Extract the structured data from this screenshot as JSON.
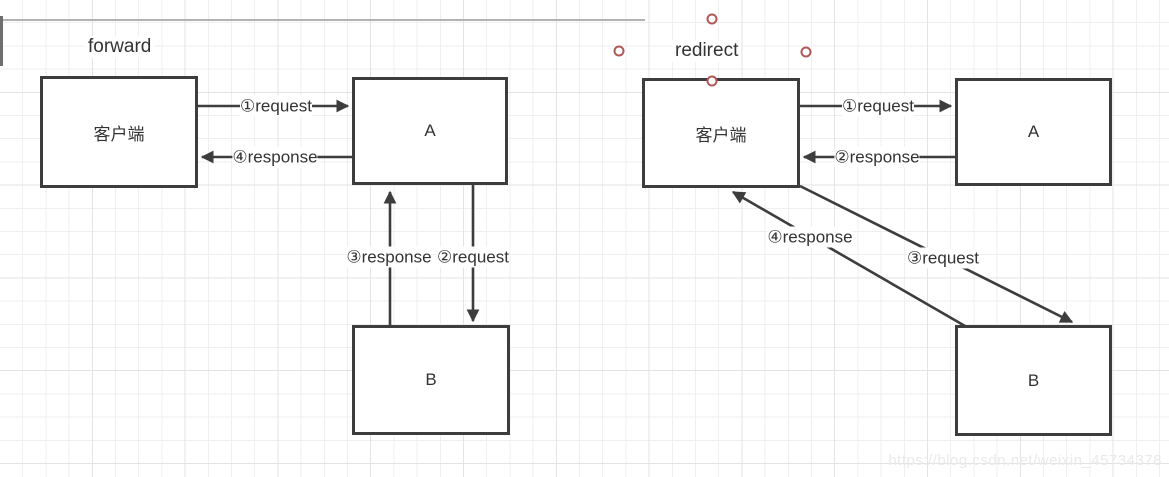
{
  "canvas": {
    "watermark": "https://blog.csdn.net/weixin_45734378"
  },
  "colors": {
    "shape_stroke": "#3d3d3d",
    "text": "#333333",
    "selection_handle": "#b05858",
    "grid_minor": "#efefef",
    "grid_major": "#e3e3e3",
    "watermark": "#e9e9e9"
  },
  "forward": {
    "title": "forward",
    "nodes": {
      "client": "客户端",
      "server_a": "A",
      "server_b": "B"
    },
    "edges": {
      "request1": "①request",
      "response4": "④response",
      "response3": "③response",
      "request2": "②request"
    }
  },
  "redirect": {
    "title": "redirect",
    "nodes": {
      "client": "客户端",
      "server_a": "A",
      "server_b": "B"
    },
    "edges": {
      "request1": "①request",
      "response2": "②response",
      "response4": "④response",
      "request3": "③request"
    }
  }
}
